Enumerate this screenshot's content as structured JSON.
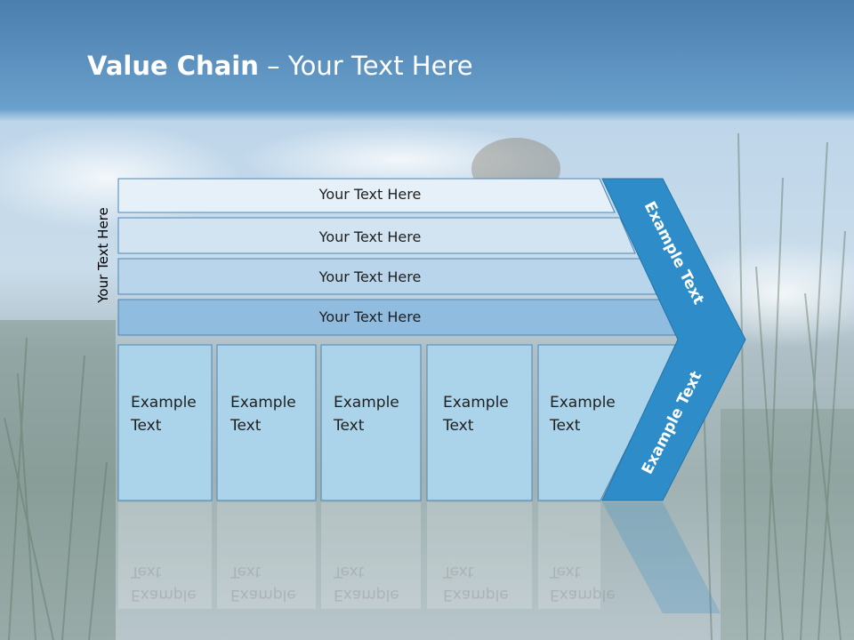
{
  "slide": {
    "title_bold": "Value Chain",
    "title_sep": " – ",
    "title_rest": "Your Text Here",
    "side_label": "Your Text Here"
  },
  "rows": [
    {
      "label": "Your Text Here",
      "fill": "#e6f0f8"
    },
    {
      "label": "Your Text Here",
      "fill": "#d2e4f2"
    },
    {
      "label": "Your Text Here",
      "fill": "#b8d5eb"
    },
    {
      "label": "Your Text Here",
      "fill": "#8fbcdf"
    }
  ],
  "cells": [
    {
      "line1": "Example",
      "line2": "Text"
    },
    {
      "line1": "Example",
      "line2": "Text"
    },
    {
      "line1": "Example",
      "line2": "Text"
    },
    {
      "line1": "Example",
      "line2": "Text"
    },
    {
      "line1": "Example",
      "line2": "Text"
    }
  ],
  "chevron": {
    "top_label": "Example Text",
    "bottom_label": "Example Text",
    "color": "#2e8dc8"
  },
  "colors": {
    "cell_fill": "#abd4ea",
    "stroke": "#4f87b5",
    "sky_top": "#4d88b8",
    "grass": "#6f8b78"
  }
}
